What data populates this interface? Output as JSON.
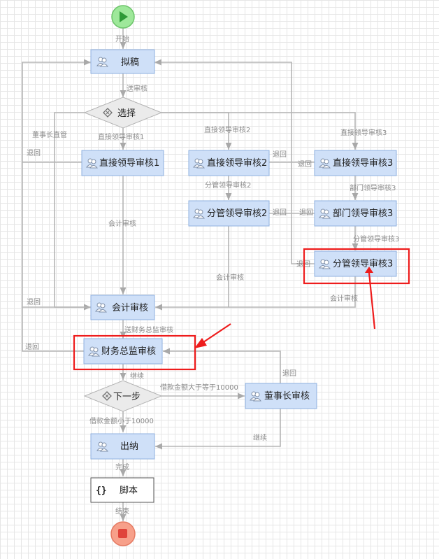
{
  "colors": {
    "task_fill": "#cfe0f8",
    "task_border": "#8fb0df",
    "start": "#9ee89a",
    "end": "#f7a08a",
    "highlight": "#ee1c1c",
    "edge": "#b5b5b5"
  },
  "nodes": {
    "start": {
      "icon": "play-icon"
    },
    "end": {
      "icon": "stop-icon"
    },
    "draft": {
      "label": "拟稿",
      "icon": "users-icon"
    },
    "choose": {
      "label": "选择",
      "icon": "decision-icon"
    },
    "direct1": {
      "label": "直接领导审核1",
      "icon": "users-icon"
    },
    "direct2": {
      "label": "直接领导审核2",
      "icon": "users-icon"
    },
    "direct3": {
      "label": "直接领导审核3",
      "icon": "users-icon"
    },
    "charge2": {
      "label": "分管领导审核2",
      "icon": "users-icon"
    },
    "dept3": {
      "label": "部门领导审核3",
      "icon": "users-icon"
    },
    "charge3": {
      "label": "分管领导审核3",
      "icon": "users-icon"
    },
    "accounting": {
      "label": "会计审核",
      "icon": "users-icon"
    },
    "cfo": {
      "label": "财务总监审核",
      "icon": "users-icon"
    },
    "next": {
      "label": "下一步",
      "icon": "decision-icon"
    },
    "chairman": {
      "label": "董事长审核",
      "icon": "users-icon"
    },
    "cashier": {
      "label": "出纳",
      "icon": "users-icon"
    },
    "script": {
      "label": "脚本",
      "icon": "braces-icon"
    }
  },
  "edge_labels": {
    "start_draft": "开始",
    "draft_choose": "送审核",
    "chairman_direct": "董事长直管",
    "choose_direct1": "直接领导审核1",
    "choose_direct2": "直接领导审核2",
    "choose_direct3": "直接领导审核3",
    "return_direct1": "退回",
    "return_direct2": "退回",
    "return_direct3": "退回",
    "direct2_charge2": "分管领导审核2",
    "direct3_dept3": "部门领导审核3",
    "return_charge2": "退回",
    "return_dept3": "退回",
    "dept3_charge3": "分管领导审核3",
    "return_charge3": "退回",
    "direct1_accounting": "会计审核",
    "charge2_accounting": "会计审核",
    "charge3_accounting": "会计审核",
    "return_accounting": "退回",
    "accounting_cfo": "送财务总监审核",
    "return_cfo": "退回",
    "cfo_next": "继续",
    "next_chairman": "借款金额大于等于10000",
    "chairman_return": "退回",
    "next_cashier": "借款金额小于10000",
    "chairman_cashier": "继续",
    "cashier_script": "完成",
    "script_end": "结束"
  }
}
